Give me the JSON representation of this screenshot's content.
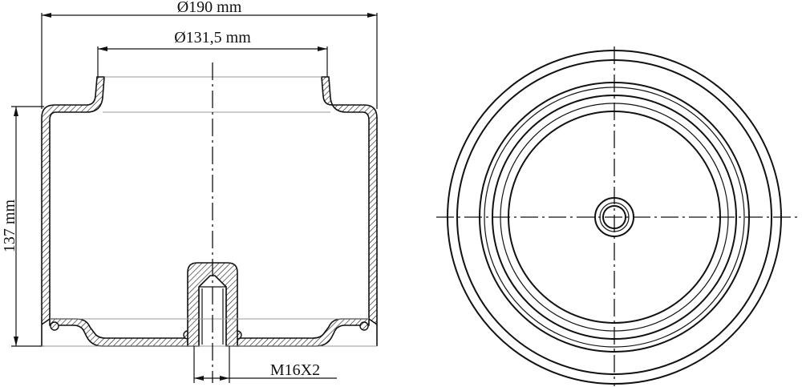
{
  "drawing": {
    "dimensions": {
      "outer_diameter": "Ø190 mm",
      "inner_diameter": "Ø131,5 mm",
      "height": "137 mm",
      "thread": "M16X2"
    }
  }
}
